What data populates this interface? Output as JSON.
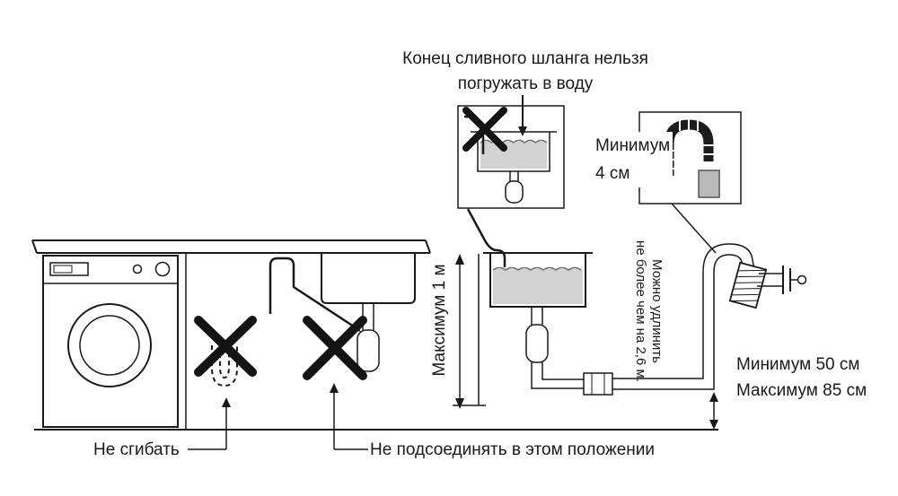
{
  "diagram": {
    "labels": {
      "top_note_line1": "Конец сливного шланга нельзя",
      "top_note_line2": "погружать в воду",
      "min_gap_line1": "Минимум",
      "min_gap_line2": "4 см",
      "max_height": "Максимум 1 м",
      "extension_line1": "Можно удлинить",
      "extension_line2": "не более чем на 2,6 м.",
      "standpipe_min": "Минимум 50 см",
      "standpipe_max": "Максимум 85 см",
      "no_bend": "Не сгибать",
      "no_connect": "Не подсоединять в этом положении"
    },
    "colors": {
      "line": "#1a1a1a",
      "water": "#d2d2d2",
      "hose_dark": "#1c1c1c",
      "pipe_gray": "#b9b9b9"
    }
  }
}
